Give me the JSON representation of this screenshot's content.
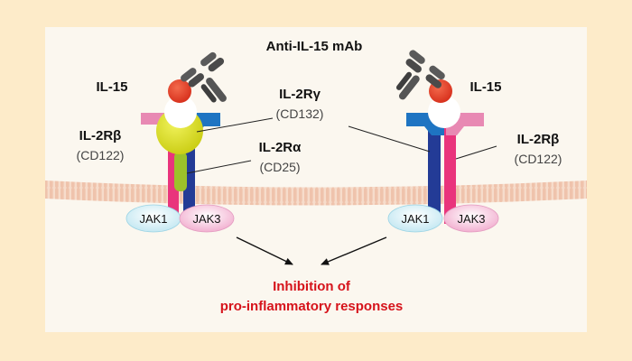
{
  "antibody_label": "Anti-IL-15 mAb",
  "left": {
    "cytokine": "IL-15",
    "beta_name": "IL-2Rβ",
    "beta_cd": "(CD122)",
    "gamma_name": "IL-2Rγ",
    "gamma_cd": "(CD132)",
    "alpha_name": "IL-2Rα",
    "alpha_cd": "(CD25)",
    "jak1": "JAK1",
    "jak3": "JAK3"
  },
  "right": {
    "cytokine": "IL-15",
    "beta_name": "IL-2Rβ",
    "beta_cd": "(CD122)",
    "jak1": "JAK1",
    "jak3": "JAK3"
  },
  "outcome": {
    "line1": "Inhibition of",
    "line2": "pro-inflammatory responses"
  },
  "colors": {
    "page_bg": "#fdebc9",
    "panel_bg": "#fbf7ef",
    "membrane": "#f4cdb8",
    "il15": "#e8432b",
    "beta_chain": "#e9347c",
    "gamma_chain": "#233b96",
    "gamma_head": "#1e74c2",
    "beta_head": "#e889b3",
    "alpha": "#dcdf1e",
    "alpha_stalk": "#9cc22a",
    "antibody": "#555555",
    "jak1": "#d7f0f7",
    "jak3": "#f7c7df",
    "outcome_text": "#d6131b"
  }
}
